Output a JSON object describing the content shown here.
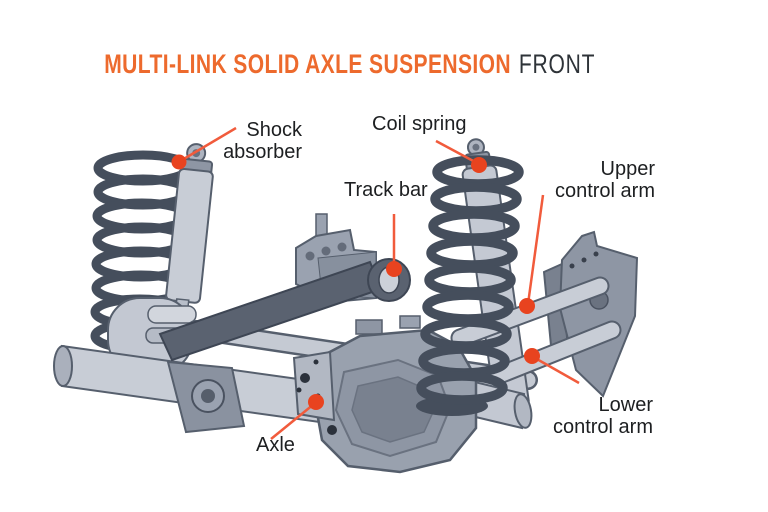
{
  "title": {
    "highlight": "MULTI-LINK SOLID AXLE SUSPENSION",
    "suffix": "FRONT"
  },
  "labels": {
    "shock_absorber": {
      "line1": "Shock",
      "line2": "absorber"
    },
    "coil_spring": {
      "text": "Coil spring"
    },
    "track_bar": {
      "text": "Track bar"
    },
    "upper_control_arm": {
      "line1": "Upper",
      "line2": "control arm"
    },
    "lower_control_arm": {
      "line1": "Lower",
      "line2": "control arm"
    },
    "axle": {
      "text": "Axle"
    }
  },
  "colors": {
    "title_accent": "#ED6A2D",
    "title_text": "#2E3338",
    "label_text": "#1D1F21",
    "callout_line": "#F15B3C",
    "callout_dot": "#E8431F",
    "metal_light": "#C8CDD6",
    "metal_mid": "#9AA2B0",
    "metal_dark": "#79818F",
    "outline": "#565F6D",
    "coil_spring": "#454E5C",
    "background": "#FFFFFF"
  }
}
